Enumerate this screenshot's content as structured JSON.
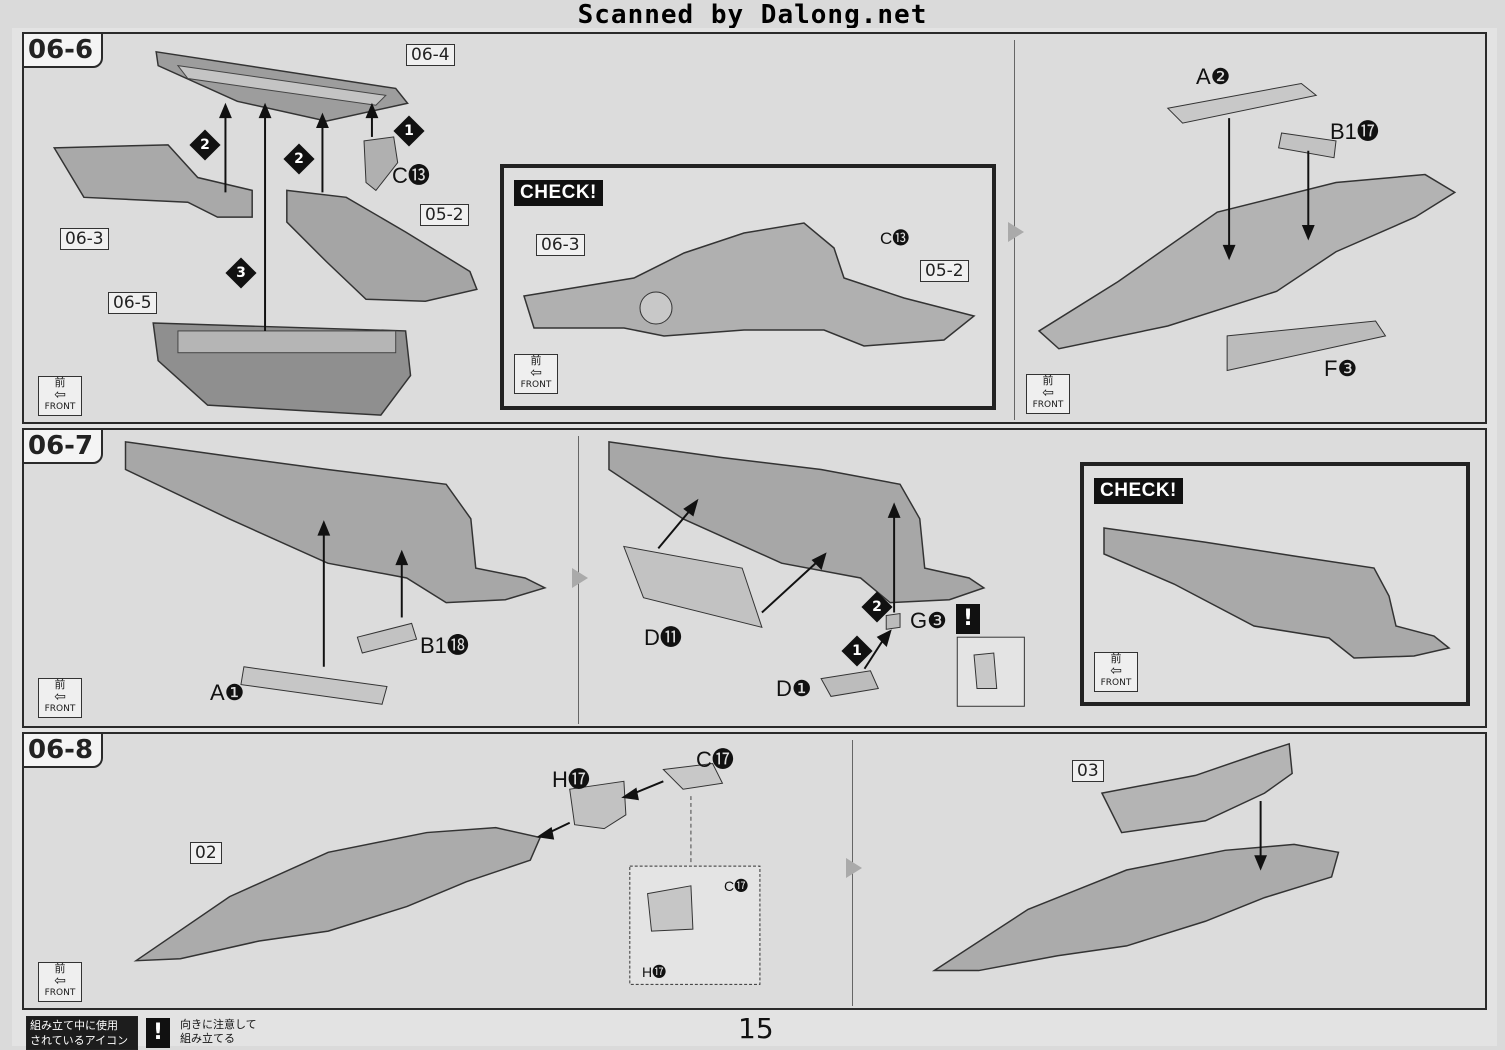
{
  "watermark": "Scanned by Dalong.net",
  "steps": {
    "s66": {
      "label": "06-6",
      "tags": {
        "t64": "06-4",
        "t63": "06-3",
        "t52": "05-2",
        "t65": "06-5"
      },
      "callout_c13": "C⓭",
      "order": {
        "n1": "1",
        "n2a": "2",
        "n2b": "2",
        "n3": "3"
      },
      "check": {
        "badge": "CHECK!",
        "tag_63": "06-3",
        "tag_52": "05-2",
        "callout_c13": "C⓭"
      },
      "right": {
        "callout_a2": "A❷",
        "callout_b17": "B1⓱",
        "callout_f3": "F❸"
      }
    },
    "s67": {
      "label": "06-7",
      "callout_b18": "B1⓲",
      "callout_a1": "A❶",
      "callout_d11": "D⓫",
      "callout_g3": "G❸",
      "callout_d1": "D❶",
      "order": {
        "n1": "1",
        "n2": "2"
      },
      "check_badge": "CHECK!"
    },
    "s68": {
      "label": "06-8",
      "tag_02": "02",
      "tag_03": "03",
      "callout_h17": "H⓱",
      "callout_c17": "C⓱",
      "inset_c17": "C⓱",
      "inset_h17": "H⓱"
    }
  },
  "front_icon": {
    "kanji": "前",
    "word": "FRONT"
  },
  "warning_symbol": "!",
  "footer": {
    "box_line1": "組み立て中に使用",
    "box_line2": "されているアイコン",
    "legend_line1": "向きに注意して",
    "legend_line2": "組み立てる",
    "page_number": "15"
  }
}
